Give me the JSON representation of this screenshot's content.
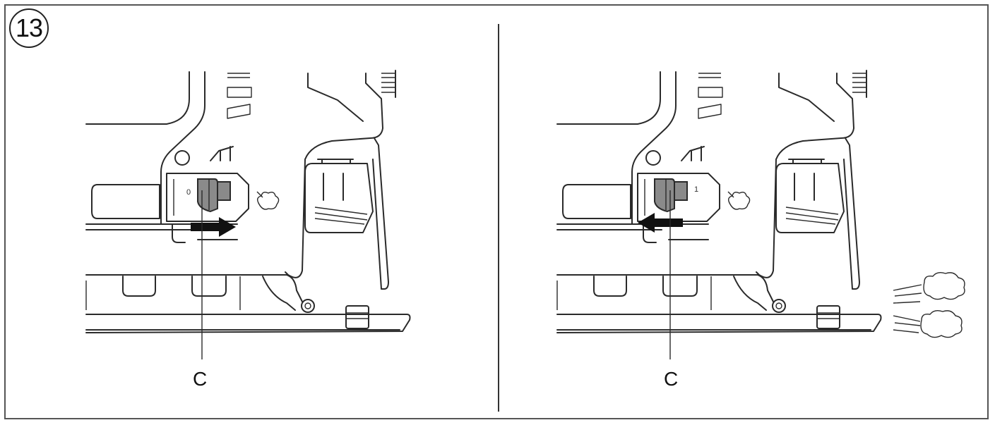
{
  "figure": {
    "number": "13"
  },
  "panels": [
    {
      "id": "left",
      "callout": "C",
      "switch_mark": "0",
      "arrow_direction": "right",
      "dust_blowing": false
    },
    {
      "id": "right",
      "callout": "C",
      "switch_mark": "1",
      "arrow_direction": "left",
      "dust_blowing": true
    }
  ],
  "colors": {
    "line": "#2a2a2a",
    "switch_fill": "#8a8a8a",
    "border": "#555555"
  }
}
